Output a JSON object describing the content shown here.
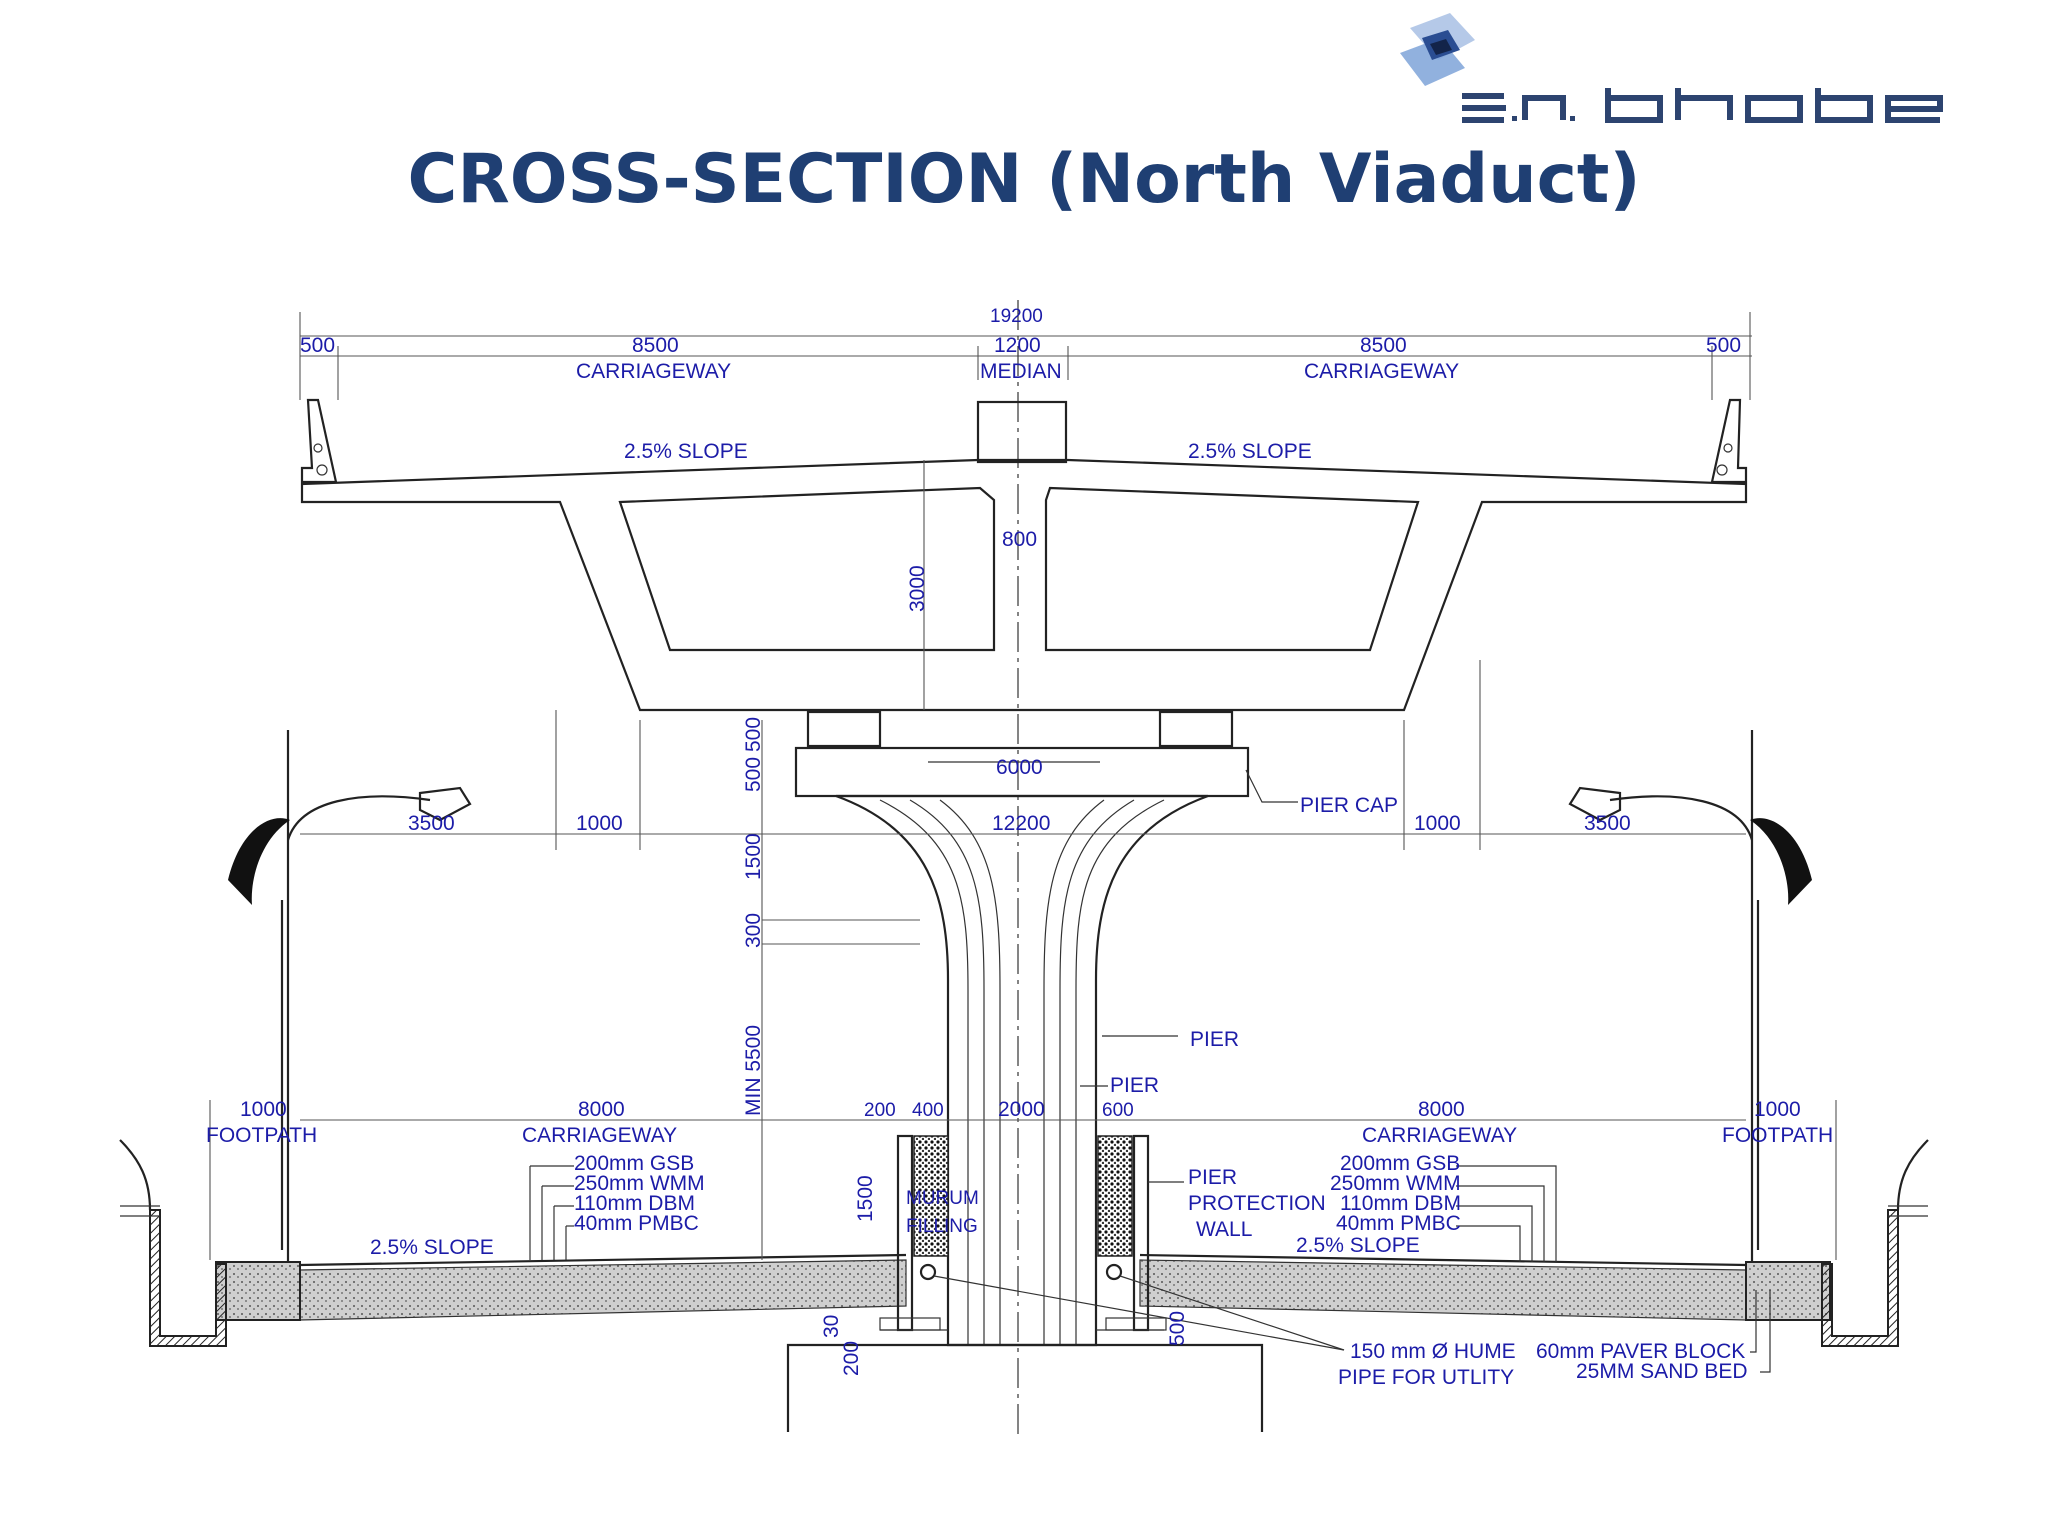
{
  "title": "CROSS-SECTION (North Viaduct)",
  "logo": {
    "text": "s.n. bhobe",
    "accent_color": "#5b86c4",
    "dark_color": "#1b2c55"
  },
  "colors": {
    "title": "#1f3f73",
    "labels": "#1c1ca8",
    "linework": "#222222"
  },
  "labels": {
    "total_width": "19200",
    "overhang_left": "500",
    "carriageway_left_dim": "8500",
    "carriageway_left": "CARRIAGEWAY",
    "median_dim": "1200",
    "median": "MEDIAN",
    "carriageway_right_dim": "8500",
    "carriageway_right": "CARRIAGEWAY",
    "overhang_right": "500",
    "slope_left": "2.5% SLOPE",
    "slope_right": "2.5% SLOPE",
    "web_width": "800",
    "box_depth": "3000",
    "cap_width": "6000",
    "pier_cap": "PIER CAP",
    "cap_depth_1": "500",
    "cap_depth_2": "500",
    "lamp_left": "3500",
    "lamp_right": "3500",
    "clear_left": "1000",
    "clear_right": "1000",
    "pier_span": "12200",
    "dim_1500": "1500",
    "dim_300": "300",
    "min_clearance": "MIN 5500",
    "pier": "PIER",
    "pier_2": "PIER",
    "footpath_left_dim": "1000",
    "footpath_left": "FOOTPATH",
    "road_left_dim": "8000",
    "road_left": "CARRIAGEWAY",
    "wall_dim": "200",
    "murum_dim": "400",
    "pier_dia": "2000",
    "murum_dim_right": "600",
    "road_right_dim": "8000",
    "road_right": "CARRIAGEWAY",
    "footpath_right_dim": "1000",
    "footpath_right": "FOOTPATH",
    "layers_left": [
      "200mm GSB",
      "250mm WMM",
      "110mm DBM",
      "40mm PMBC"
    ],
    "layers_right": [
      "200mm GSB",
      "250mm WMM",
      "110mm DBM",
      "40mm PMBC"
    ],
    "ground_slope_left": "2.5% SLOPE",
    "ground_slope_right": "2.5% SLOPE",
    "wall_height": "1500",
    "murum_filling_1": "MURUM",
    "murum_filling_2": "FILLING",
    "protection_wall_1": "PIER",
    "protection_wall_2": "PROTECTION",
    "protection_wall_3": "WALL",
    "pipe_1": "150 mm Ø HUME",
    "pipe_2": "PIPE FOR UTLITY",
    "paver_1": "60mm PAVER BLOCK",
    "paver_2": "25MM SAND BED",
    "dim_30": "30",
    "dim_200": "200",
    "dim_500": "500"
  }
}
